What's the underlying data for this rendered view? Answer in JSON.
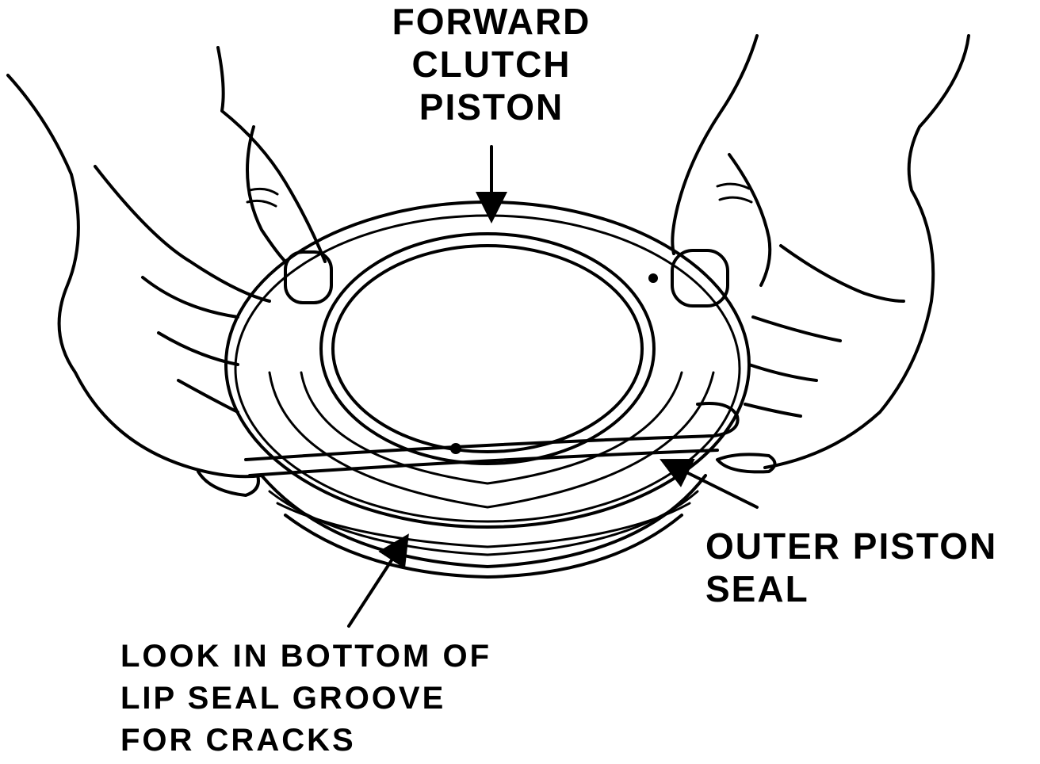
{
  "labels": {
    "forward_clutch_piston": [
      "FORWARD",
      "CLUTCH",
      "PISTON"
    ],
    "outer_piston_seal": [
      "OUTER PISTON",
      "SEAL"
    ],
    "lip_seal_groove": [
      "LOOK IN BOTTOM OF",
      "LIP SEAL GROOVE",
      "FOR CRACKS"
    ]
  }
}
